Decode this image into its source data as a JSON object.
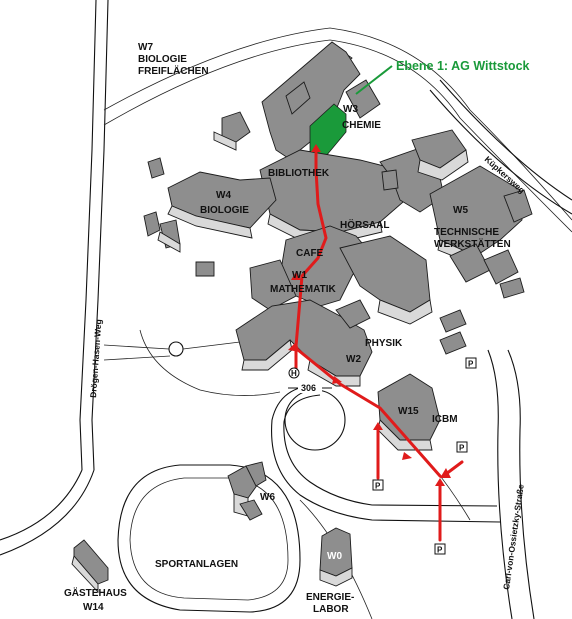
{
  "legend": {
    "text": "Ebene 1: AG Wittstock",
    "color": "#1a9a3a"
  },
  "route_color": "#e01b1b",
  "highlight_color": "#1a9a3a",
  "labels": {
    "w7": "W7",
    "biologie_freiflaechen_1": "BIOLOGIE",
    "biologie_freiflaechen_2": "FREIFLÄCHEN",
    "w3": "W3",
    "chemie": "CHEMIE",
    "bibliothek": "BIBLIOTHEK",
    "w4": "W4",
    "biologie": "BIOLOGIE",
    "hoersaal": "HÖRSAAL",
    "w5": "W5",
    "technische_werkstaetten_1": "TECHNISCHE",
    "technische_werkstaetten_2": "WERKSTÄTTEN",
    "cafe": "CAFE",
    "w1": "W1",
    "mathematik": "MATHEMATIK",
    "physik": "PHYSIK",
    "w2": "W2",
    "h_sign": "H",
    "bus_306": "306",
    "w15": "W15",
    "icbm": "ICBM",
    "w6": "W6",
    "sportanlagen": "SPORTANLAGEN",
    "w0": "W0",
    "energie_labor_1": "ENERGIE-",
    "energie_labor_2": "LABOR",
    "gaestehaus": "GÄSTEHAUS",
    "w14": "W14",
    "kuepkersweg": "Küpkersweg",
    "droegen_hasen_weg": "Drögen-Hasen-Weg",
    "carl_von_ossietzky_strasse": "Carl-von-Ossietzky-Straße"
  },
  "parking_label": "P"
}
